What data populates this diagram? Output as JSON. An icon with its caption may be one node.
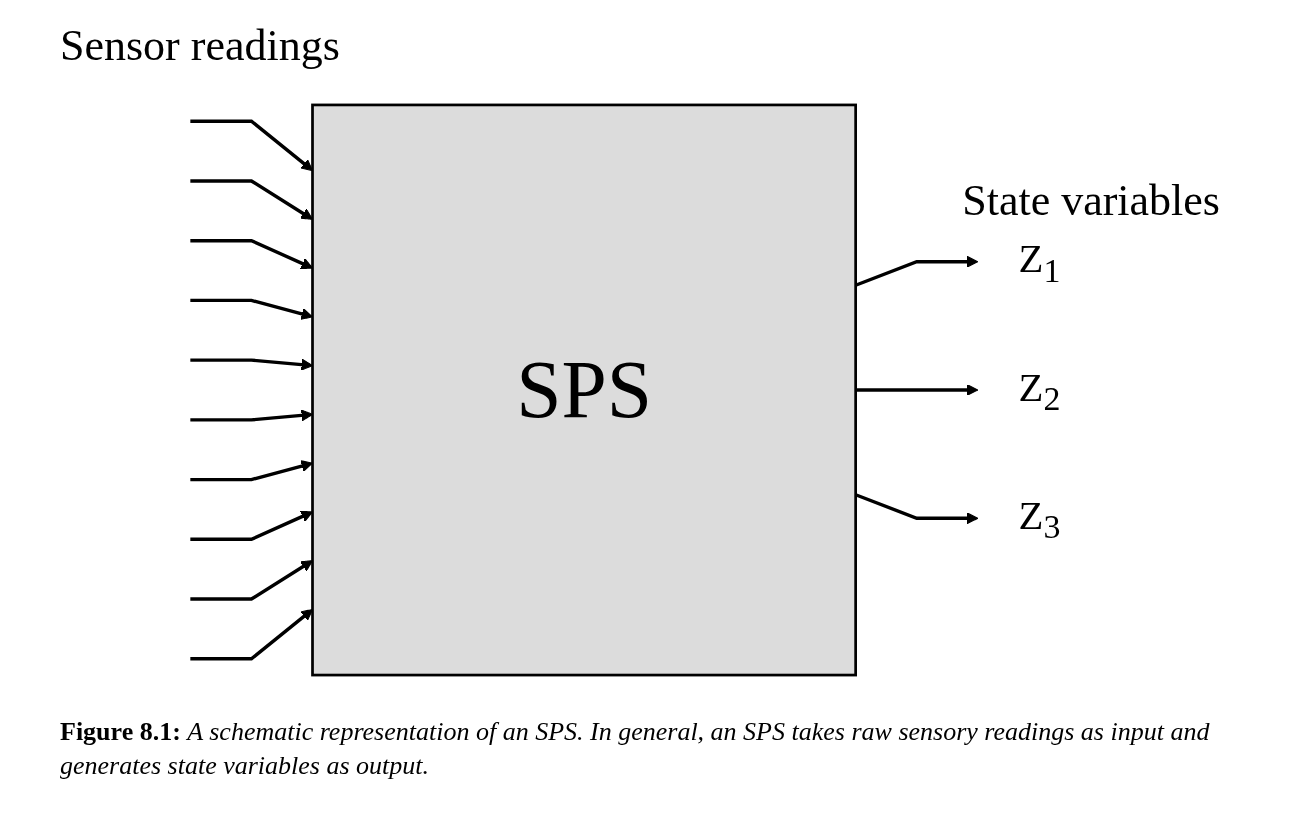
{
  "diagram": {
    "caption": "**Figure 8.1:** *A schematic representation of an SPS. In general, an SPS takes raw sensory readings as input and generates state variables as output.*",
    "nodes": [
      {
        "text": [
          "SPS"
        ]
      },
      {
        "text": [
          "Z$_{1}$"
        ]
      },
      {
        "text": [
          "Z$_{2}$"
        ]
      },
      {
        "text": [
          "Z$_{3}$"
        ]
      }
    ],
    "edges": [
      {
        "from": null,
        "to": 0,
        "arrow": "to"
      },
      {
        "from": null,
        "to": 0,
        "arrow": "to"
      },
      {
        "from": null,
        "to": 0,
        "arrow": "to"
      },
      {
        "from": null,
        "to": 0,
        "arrow": "to"
      },
      {
        "from": null,
        "to": 0,
        "arrow": "to"
      },
      {
        "from": null,
        "to": 0,
        "arrow": "to"
      },
      {
        "from": null,
        "to": 0,
        "arrow": "to"
      },
      {
        "from": null,
        "to": 0,
        "arrow": "to"
      },
      {
        "from": null,
        "to": 0,
        "arrow": "to"
      },
      {
        "from": null,
        "to": 0,
        "arrow": "to"
      },
      {
        "from": 0,
        "to": 1,
        "arrow": "to"
      },
      {
        "from": 0,
        "to": 2,
        "arrow": "to"
      },
      {
        "from": 0,
        "to": 3,
        "arrow": "to"
      }
    ],
    "labels": [
      "Sensor readings",
      "State variables"
    ]
  }
}
